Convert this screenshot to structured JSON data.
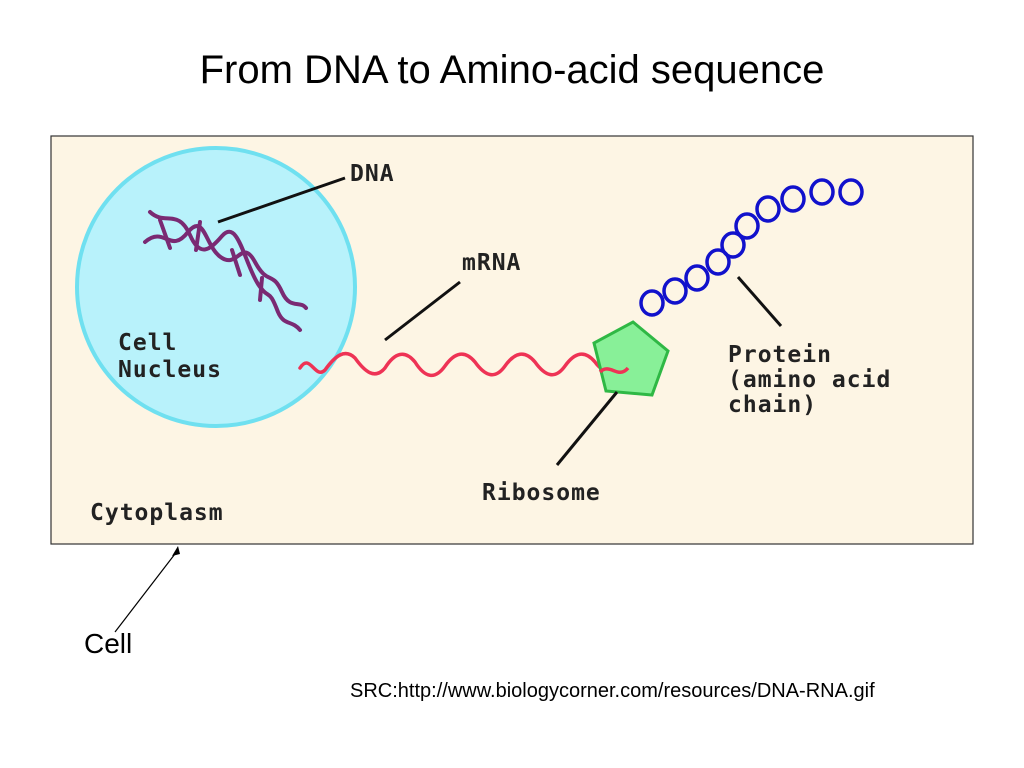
{
  "slide": {
    "title": "From DNA to Amino-acid sequence",
    "cell_label": "Cell",
    "source": "SRC:http://www.biologycorner.com/resources/DNA-RNA.gif"
  },
  "diagram": {
    "labels": {
      "dna": "DNA",
      "mrna": "mRNA",
      "nucleus_line1": "Cell",
      "nucleus_line2": "Nucleus",
      "protein_line1": "Protein",
      "protein_line2": "(amino acid",
      "protein_line3": "chain)",
      "ribosome": "Ribosome",
      "cytoplasm": "Cytoplasm"
    },
    "colors": {
      "cytoplasm_bg": "#fdf5e4",
      "nucleus_fill": "#b8f2fb",
      "nucleus_stroke": "#6fe0f0",
      "dna_strand": "#7a2a73",
      "mrna_strand": "#ee3355",
      "ribosome_fill": "#88f098",
      "ribosome_stroke": "#2fb845",
      "amino_acid_ring": "#1111cc"
    }
  }
}
